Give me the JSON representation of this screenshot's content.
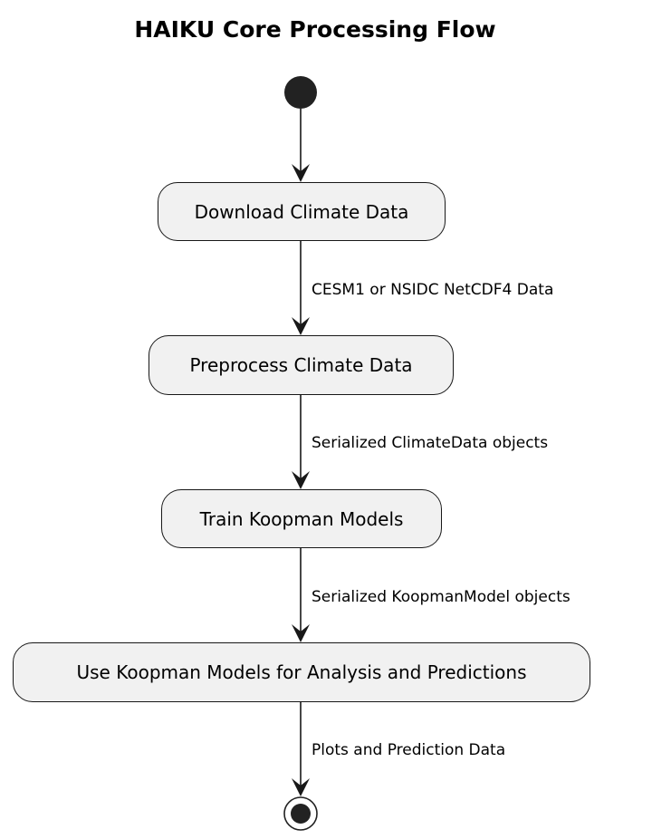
{
  "title": "HAIKU Core Processing Flow",
  "steps": [
    {
      "label": "Download Climate Data"
    },
    {
      "label": "Preprocess Climate Data"
    },
    {
      "label": "Train Koopman Models"
    },
    {
      "label": "Use Koopman Models for Analysis and Predictions"
    }
  ],
  "edges": [
    {
      "label": ""
    },
    {
      "label": "CESM1 or NSIDC NetCDF4 Data"
    },
    {
      "label": "Serialized ClimateData objects"
    },
    {
      "label": "Serialized KoopmanModel objects"
    },
    {
      "label": "Plots and Prediction Data"
    }
  ],
  "colors": {
    "node_fill": "#f1f1f1",
    "node_border": "#181818",
    "line": "#181818",
    "start_fill": "#222222"
  }
}
